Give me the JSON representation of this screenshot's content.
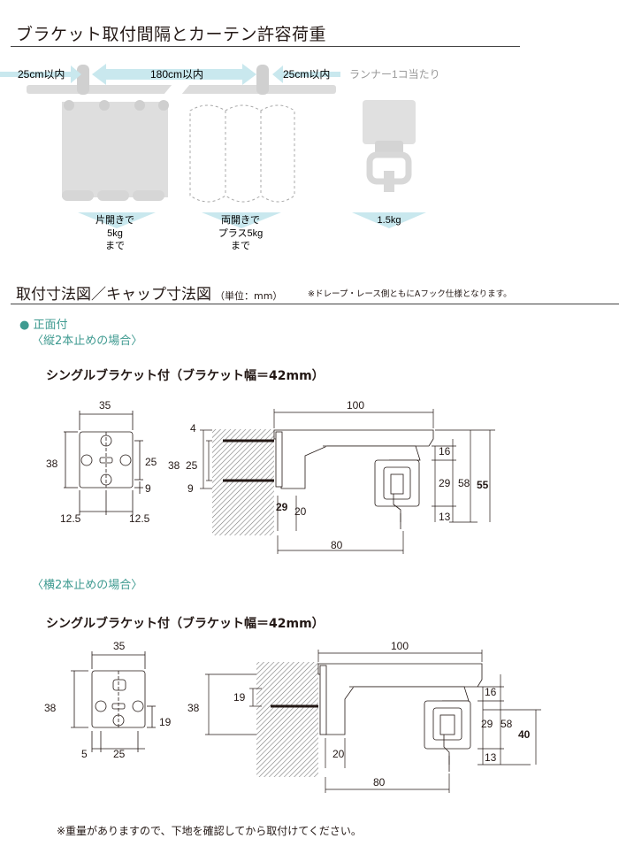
{
  "title_load": "ブラケット取付間隔とカーテン許容荷重",
  "spacing": {
    "left": "25cm以内",
    "center": "180cm以内",
    "right": "25cm以内",
    "runner": "ランナー1コ当たり"
  },
  "loads": {
    "single_1": "片開きで",
    "single_2": "5kg",
    "single_3": "まで",
    "double_1": "両開きで",
    "double_2": "プラス5kg",
    "double_3": "まで",
    "runner": "1.5kg"
  },
  "title_dims": "取付寸法図／キャップ寸法図",
  "unit": "（単位：mm）",
  "note": "※ドレープ・レース側ともにAフック仕様となります。",
  "front_label": "● 正面付",
  "vertical_label": "〈縦2本止めの場合〉",
  "horizontal_label": "〈横2本止めの場合〉",
  "single_bracket": "シングルブラケット付（ブラケット幅＝42mm）",
  "v": {
    "w35": "35",
    "h38": "38",
    "h25": "25",
    "h9": "9",
    "w125a": "12.5",
    "w125b": "12.5",
    "d100": "100",
    "d4": "4",
    "d38": "38",
    "d25": "25",
    "d9": "9",
    "d29": "29",
    "d20": "20",
    "d16": "16",
    "d29r": "29",
    "d58": "58",
    "d55": "55",
    "d13": "13",
    "d80": "80"
  },
  "h": {
    "w35": "35",
    "h38": "38",
    "h19": "19",
    "w5": "5",
    "w25": "25",
    "d100": "100",
    "d19": "19",
    "d38": "38",
    "d20": "20",
    "d16": "16",
    "d29": "29",
    "d58": "58",
    "d40": "40",
    "d13": "13",
    "d80": "80"
  },
  "footer": "※重量がありますので、下地を確認してから取付けてください。"
}
